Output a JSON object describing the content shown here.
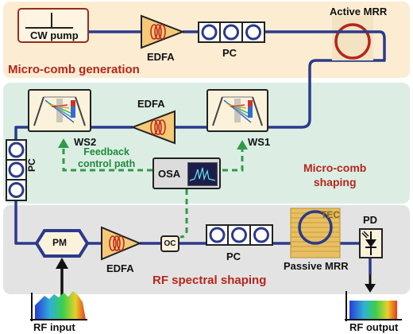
{
  "sections": {
    "generation": "Micro-comb generation",
    "shaping": "Micro-comb\nshaping",
    "rf": "RF spectral shaping"
  },
  "components": {
    "cw_pump": "CW pump",
    "edfa": "EDFA",
    "pc": "PC",
    "active_mrr": "Active MRR",
    "ws1": "WS1",
    "ws2": "WS2",
    "osa": "OSA",
    "feedback": "Feedback\ncontrol path",
    "pm": "PM",
    "oc": "OC",
    "passive_mrr": "Passive MRR",
    "tec": "TEC",
    "pd": "PD",
    "rf_input": "RF input",
    "rf_output": "RF output"
  },
  "colors": {
    "generation_bg": "#fcecd2",
    "shaping_bg": "#dceee4",
    "rf_bg": "#e3e3e3",
    "fiber": "#2b3a8c",
    "feedback": "#2f9a4a",
    "label_red": "#b5261c",
    "amp_fill": "#f4c978"
  }
}
